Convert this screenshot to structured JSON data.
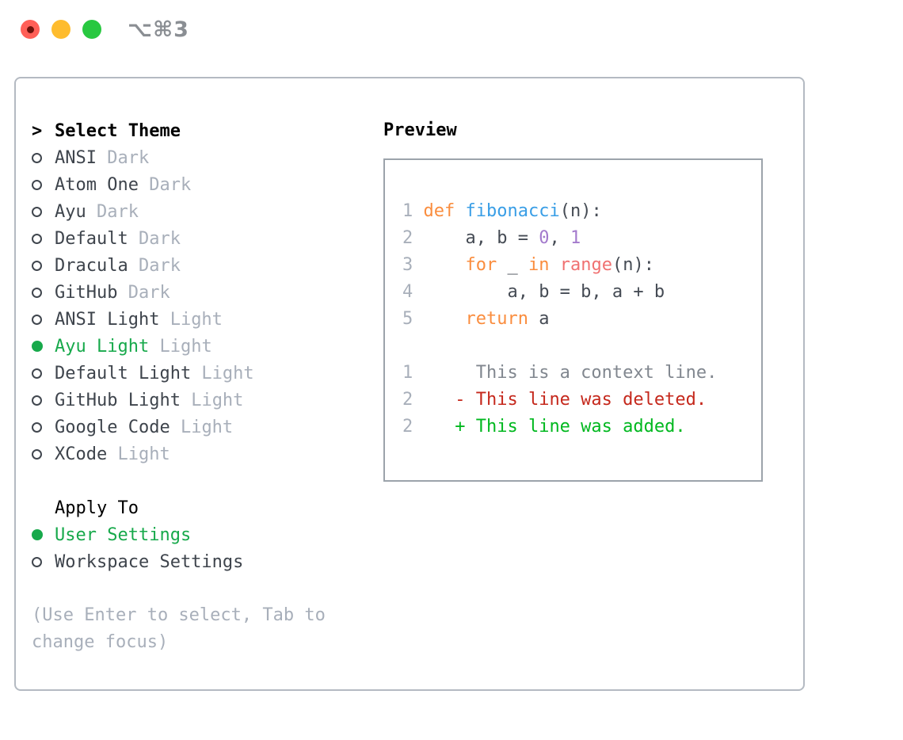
{
  "titlebar": {
    "shortcut": "⌥⌘3"
  },
  "colors": {
    "accent-green": "#17A94B",
    "muted": "#A8AFBA",
    "text": "#3E444C",
    "heading": "#000000",
    "kw": "#FA8D3E",
    "fn": "#399EE6",
    "num": "#A37ACC",
    "call": "#F07171",
    "fg": "#454B54",
    "ctx": "#81878F",
    "del": "#C5281C",
    "add": "#00B81F",
    "traffic-red": "#FF5F57",
    "traffic-yellow": "#FEBC2E",
    "traffic-green": "#28C840",
    "panel-border": "#B4BAC2",
    "preview-border": "#9CA3AB"
  },
  "theme_picker": {
    "cursor_glyph": ">",
    "title": "Select Theme",
    "items": [
      {
        "name": "ANSI",
        "variant": "Dark",
        "selected": false
      },
      {
        "name": "Atom One",
        "variant": "Dark",
        "selected": false
      },
      {
        "name": "Ayu",
        "variant": "Dark",
        "selected": false
      },
      {
        "name": "Default",
        "variant": "Dark",
        "selected": false
      },
      {
        "name": "Dracula",
        "variant": "Dark",
        "selected": false
      },
      {
        "name": "GitHub",
        "variant": "Dark",
        "selected": false
      },
      {
        "name": "ANSI Light",
        "variant": "Light",
        "selected": false
      },
      {
        "name": "Ayu Light",
        "variant": "Light",
        "selected": true
      },
      {
        "name": "Default Light",
        "variant": "Light",
        "selected": false
      },
      {
        "name": "GitHub Light",
        "variant": "Light",
        "selected": false
      },
      {
        "name": "Google Code",
        "variant": "Light",
        "selected": false
      },
      {
        "name": "XCode",
        "variant": "Light",
        "selected": false
      }
    ]
  },
  "apply_to": {
    "title": "Apply To",
    "options": [
      {
        "label": "User Settings",
        "selected": true
      },
      {
        "label": "Workspace Settings",
        "selected": false
      }
    ]
  },
  "hint": "(Use Enter to select, Tab to change focus)",
  "preview": {
    "title": "Preview",
    "lines": [
      {
        "num": "1",
        "tokens": [
          {
            "t": "def",
            "c": "kw"
          },
          {
            "t": " ",
            "c": "fg"
          },
          {
            "t": "fibonacci",
            "c": "fn"
          },
          {
            "t": "(n):",
            "c": "fg"
          }
        ]
      },
      {
        "num": "2",
        "tokens": [
          {
            "t": "    a, b = ",
            "c": "fg"
          },
          {
            "t": "0",
            "c": "num"
          },
          {
            "t": ", ",
            "c": "fg"
          },
          {
            "t": "1",
            "c": "num"
          }
        ]
      },
      {
        "num": "3",
        "tokens": [
          {
            "t": "    ",
            "c": "fg"
          },
          {
            "t": "for",
            "c": "kw"
          },
          {
            "t": " _ ",
            "c": "fg"
          },
          {
            "t": "in",
            "c": "kw"
          },
          {
            "t": " ",
            "c": "fg"
          },
          {
            "t": "range",
            "c": "call"
          },
          {
            "t": "(n):",
            "c": "fg"
          }
        ]
      },
      {
        "num": "4",
        "tokens": [
          {
            "t": "        a, b = b, a + b",
            "c": "fg"
          }
        ]
      },
      {
        "num": "5",
        "tokens": [
          {
            "t": "    ",
            "c": "fg"
          },
          {
            "t": "return",
            "c": "kw"
          },
          {
            "t": " a",
            "c": "fg"
          }
        ]
      },
      {
        "num": "",
        "tokens": []
      },
      {
        "num": "1",
        "tokens": [
          {
            "t": "     This is a context line.",
            "c": "ctx"
          }
        ]
      },
      {
        "num": "2",
        "tokens": [
          {
            "t": "   - This line was deleted.",
            "c": "del"
          }
        ]
      },
      {
        "num": "2",
        "tokens": [
          {
            "t": "   + This line was added.",
            "c": "add"
          }
        ]
      }
    ]
  }
}
